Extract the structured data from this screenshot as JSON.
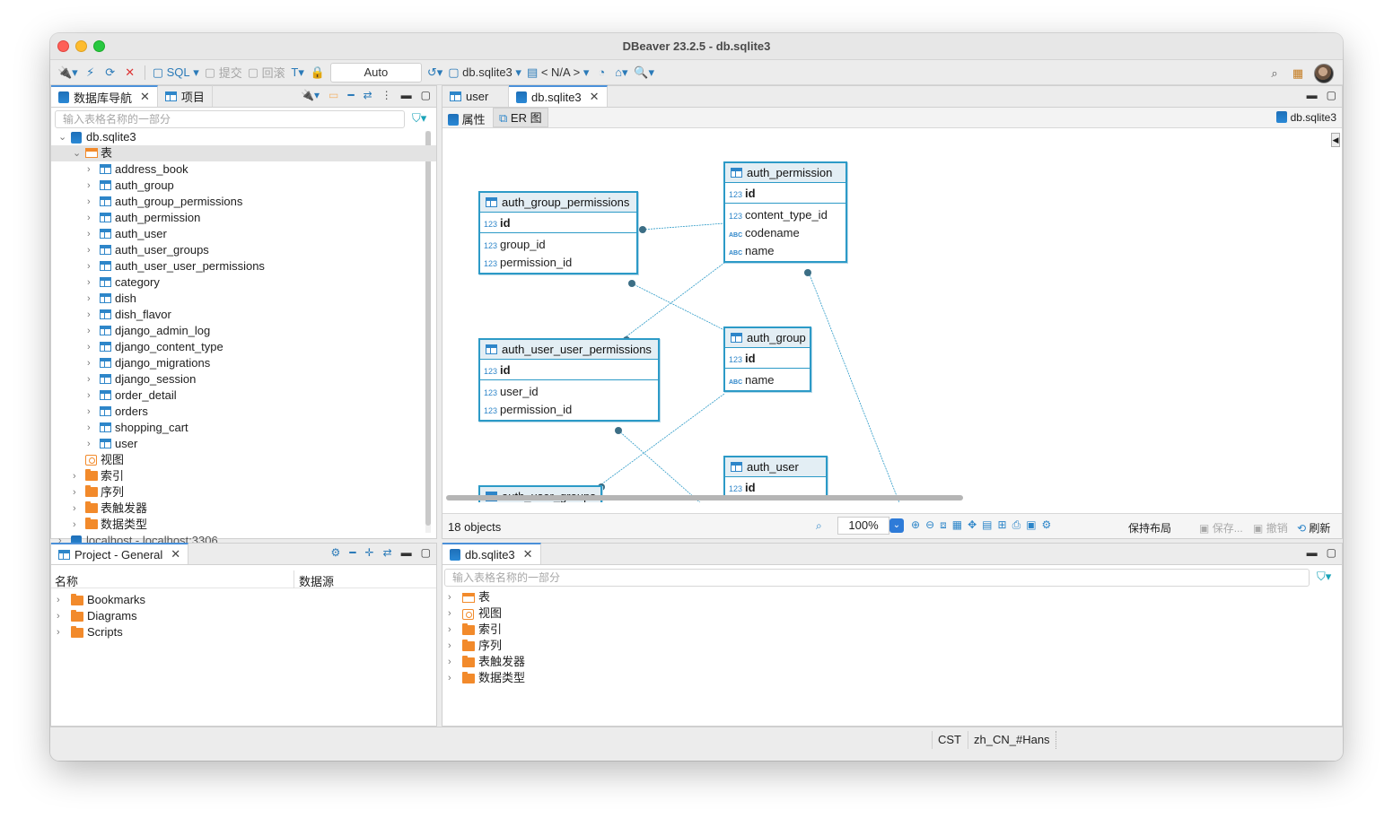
{
  "window": {
    "title": "DBeaver 23.2.5 - db.sqlite3"
  },
  "toolbar": {
    "sql_label": "SQL",
    "commit_label": "提交",
    "rollback_label": "回滚",
    "transaction_mode": "Auto",
    "active_datasource": "db.sqlite3",
    "active_schema": "< N/A >"
  },
  "navigator": {
    "tab_label": "数据库导航",
    "projects_tab_label": "项目",
    "filter_placeholder": "输入表格名称的一部分",
    "connection": "db.sqlite3",
    "tables_folder": "表",
    "tables": [
      "address_book",
      "auth_group",
      "auth_group_permissions",
      "auth_permission",
      "auth_user",
      "auth_user_groups",
      "auth_user_user_permissions",
      "category",
      "dish",
      "dish_flavor",
      "django_admin_log",
      "django_content_type",
      "django_migrations",
      "django_session",
      "order_detail",
      "orders",
      "shopping_cart",
      "user"
    ],
    "views_folder": "视图",
    "folders": [
      "索引",
      "序列",
      "表触发器",
      "数据类型"
    ],
    "other_connection": "localhost - localhost:3306"
  },
  "editor": {
    "tabs": [
      "user",
      "db.sqlite3"
    ],
    "subtabs": {
      "properties": "属性",
      "er": "ER 图"
    },
    "datasource_label": "db.sqlite3"
  },
  "er": {
    "entities": {
      "auth_group_permissions": {
        "name": "auth_group_permissions",
        "pk": "id",
        "columns": [
          {
            "type": "123",
            "name": "group_id"
          },
          {
            "type": "123",
            "name": "permission_id"
          }
        ]
      },
      "auth_permission": {
        "name": "auth_permission",
        "pk": "id",
        "columns": [
          {
            "type": "123",
            "name": "content_type_id"
          },
          {
            "type": "ABC",
            "name": "codename"
          },
          {
            "type": "ABC",
            "name": "name"
          }
        ]
      },
      "auth_user_user_permissions": {
        "name": "auth_user_user_permissions",
        "pk": "id",
        "columns": [
          {
            "type": "123",
            "name": "user_id"
          },
          {
            "type": "123",
            "name": "permission_id"
          }
        ]
      },
      "auth_group": {
        "name": "auth_group",
        "pk": "id",
        "columns": [
          {
            "type": "ABC",
            "name": "name"
          }
        ]
      },
      "auth_user": {
        "name": "auth_user",
        "pk": "id",
        "columns": []
      },
      "auth_user_groups": {
        "name": "auth_user_groups"
      }
    },
    "status_objects": "18 objects",
    "zoom": "100%",
    "keep_layout": "保持布局",
    "save": "保存...",
    "undo": "撤销",
    "refresh": "刷新"
  },
  "project_panel": {
    "tab_label": "Project - General",
    "col_name": "名称",
    "col_datasource": "数据源",
    "items": [
      "Bookmarks",
      "Diagrams",
      "Scripts"
    ]
  },
  "bottom_editor": {
    "tab_label": "db.sqlite3",
    "filter_placeholder": "输入表格名称的一部分",
    "folders": [
      "表",
      "视图",
      "索引",
      "序列",
      "表触发器",
      "数据类型"
    ]
  },
  "statusbar": {
    "timezone": "CST",
    "locale": "zh_CN_#Hans"
  },
  "colors": {
    "accent": "#2c9ac7",
    "folder": "#f28a2b",
    "link": "#2e86c9"
  }
}
